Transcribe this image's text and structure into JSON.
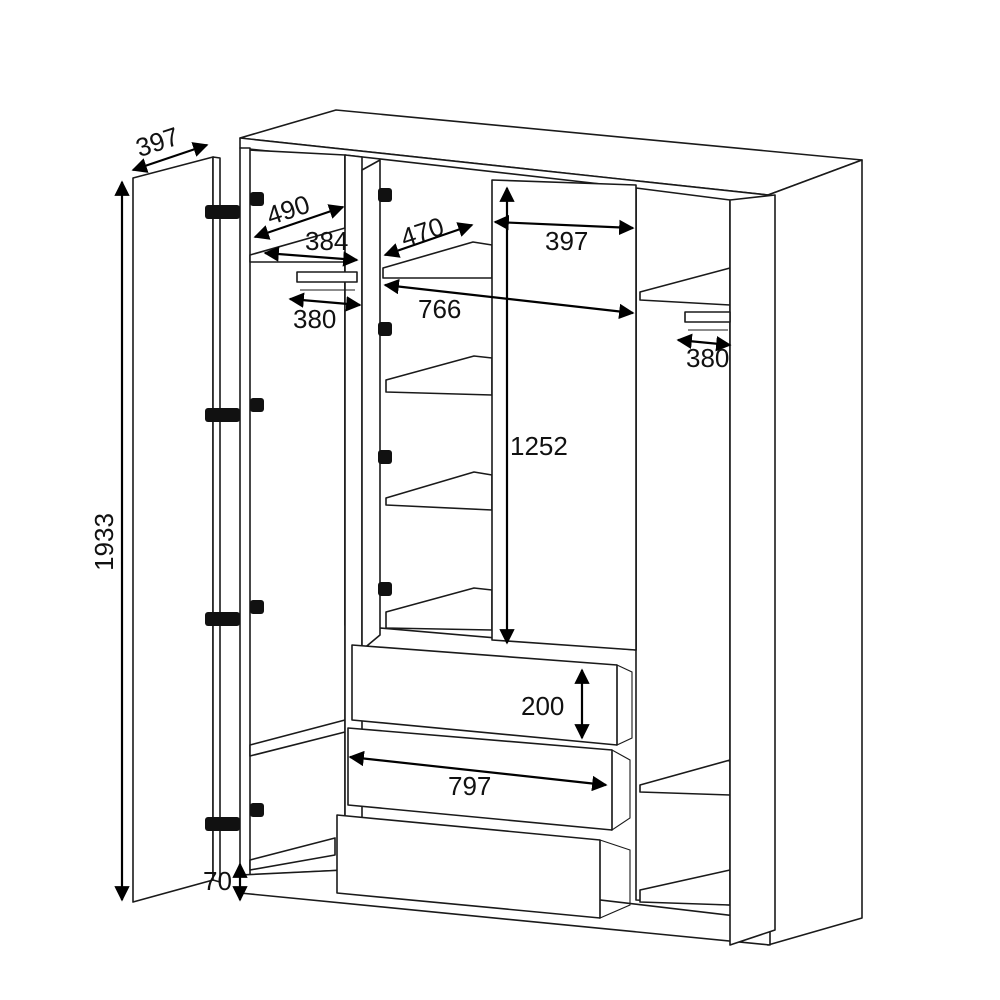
{
  "dimensions": {
    "door_width": "397",
    "shelf_depth_left": "490",
    "shelf_width_left": "384",
    "rail_left": "380",
    "shelf_depth_middle": "470",
    "mirror_width": "397",
    "inner_width": "766",
    "rail_right": "380",
    "total_height": "1933",
    "mirror_height": "1252",
    "drawer_height": "200",
    "drawer_width": "797",
    "plinth_height": "70"
  }
}
